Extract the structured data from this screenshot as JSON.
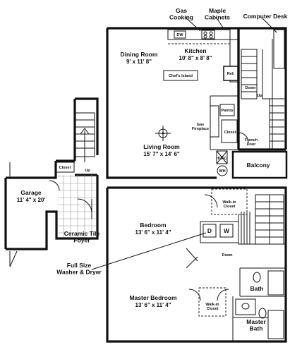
{
  "labels": {
    "gas_cooking": "Gas\nCooking",
    "maple_cabinets": "Maple\nCabinets",
    "computer_desk": "Computer Desk",
    "dw": "DW",
    "kitchen": "Kitchen",
    "kitchen_dim": "10' 8\" x 8' 8\"",
    "dining_room": "Dining Room",
    "dining_dim": "9' x 11' 8\"",
    "chefs_island": "Chef's Island",
    "ref": "Ref.",
    "down_top": "Down",
    "up_top": "Up",
    "pantry": "Pantry",
    "gas_fireplace": "Gas\nFireplace",
    "closet_fireplace": "Closet",
    "french_door": "French\nDoor",
    "living_room": "Living Room",
    "living_dim": "15' 7\" x 14' 6\"",
    "hvac": "HVAC",
    "wh": "WH",
    "balcony": "Balcony",
    "closet_entry": "Closet",
    "up_entry": "Up",
    "garage": "Garage",
    "garage_dim": "11' 4\" x 20'",
    "ceramic_tile_foyer": "Ceramic Tile\nFoyer",
    "walk_in_closet_1": "Walk-in\nCloset",
    "bedroom": "Bedroom",
    "bedroom_dim": "13' 6\" x 11' 4\"",
    "dryer": "D",
    "washer": "W",
    "down_bottom": "Down",
    "full_size_washer_dryer": "Full Size\nWasher & Dryer",
    "bath": "Bath",
    "master_bedroom": "Master Bedroom",
    "master_bedroom_dim": "13' 6\" x 11' 4\"",
    "walk_in_closet_2": "Walk-in\nCloset",
    "master_bath": "Master\nBath"
  }
}
